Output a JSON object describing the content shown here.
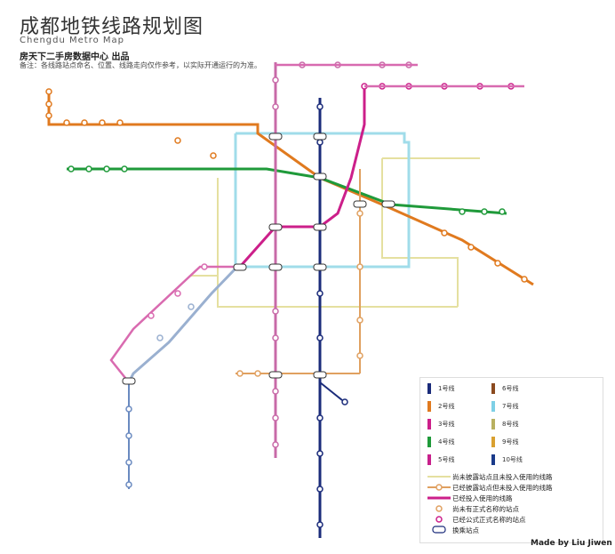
{
  "header": {
    "title": "成都地铁线路规划图",
    "subtitle": "Chengdu Metro Map",
    "publisher": "房天下二手房数据中心  出品",
    "note": "备注：各线路站点命名、位置、线路走向仅作参考，以实际开通运行的为准。"
  },
  "credit": "Made by Liu Jiwen",
  "lines": [
    {
      "label": "1号线",
      "color": "#1a2b7a"
    },
    {
      "label": "2号线",
      "color": "#e07a1f"
    },
    {
      "label": "3号线",
      "color": "#cc1f8a"
    },
    {
      "label": "4号线",
      "color": "#1f9a3a"
    },
    {
      "label": "5号线",
      "color": "#c8208c"
    },
    {
      "label": "6号线",
      "color": "#8b4a1f"
    },
    {
      "label": "7号线",
      "color": "#7ed0e6"
    },
    {
      "label": "8号线",
      "color": "#b8b060"
    },
    {
      "label": "9号线",
      "color": "#d9a030"
    },
    {
      "label": "10号线",
      "color": "#1a3a8a"
    }
  ],
  "legend": [
    {
      "label": "尚未披露站点且未投入使用的线路"
    },
    {
      "label": "已经披露站点但未投入使用的线路"
    },
    {
      "label": "已经投入使用的线路"
    },
    {
      "label": "尚未有正式名称的站点"
    },
    {
      "label": "已经公式正式名称的站点"
    },
    {
      "label": "换乘站点"
    }
  ]
}
